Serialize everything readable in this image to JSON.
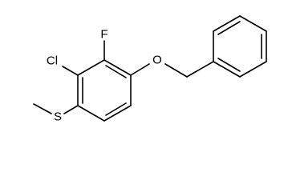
{
  "atoms": {
    "fluorine": "F",
    "chlorine": "Cl",
    "oxygen": "O",
    "sulfur": "S"
  }
}
